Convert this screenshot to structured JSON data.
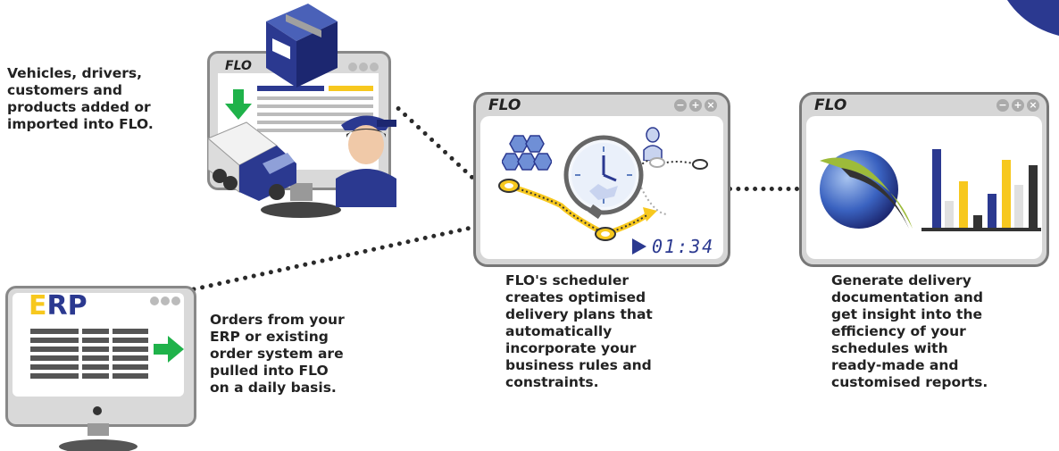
{
  "app": {
    "logo_text": "FLO",
    "controls": [
      "−",
      "+",
      "×"
    ]
  },
  "panel_import": {
    "caption": "Vehicles, drivers,\ncustomers and\nproducts added or\nimported into FLO.",
    "logo_text": "FLO"
  },
  "panel_erp": {
    "logo_first_letter": "E",
    "logo_rest": "RP",
    "caption": "Orders from your\nERP or existing\norder system are\npulled into FLO\non a daily basis."
  },
  "panel_scheduler": {
    "logo_text": "FLO",
    "timer": "01:34",
    "caption": "FLO's scheduler\ncreates optimised\ndelivery plans that\nautomatically\nincorporate your\nbusiness rules and\nconstraints."
  },
  "panel_reports": {
    "logo_text": "FLO",
    "caption": "Generate delivery\ndocumentation and\nget insight into the\nefficiency of your\nschedules with\nready-made and\ncustomised reports."
  },
  "colors": {
    "navy": "#2b3990",
    "yellow": "#f7c81e",
    "green": "#1fb24a",
    "grey": "#777777"
  },
  "icons": [
    "package-icon",
    "truck-icon",
    "driver-icon",
    "arrow-down-icon",
    "arrow-right-icon",
    "clock-icon",
    "globe-icon",
    "bar-chart-icon",
    "hexagons-icon",
    "play-icon"
  ]
}
